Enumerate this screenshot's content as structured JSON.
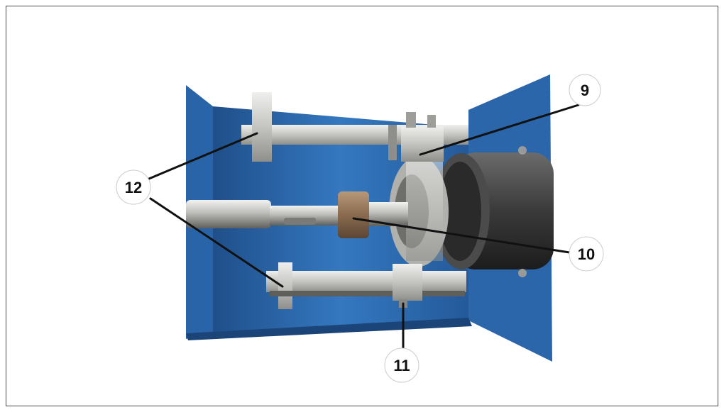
{
  "figure": {
    "callouts": [
      {
        "id": "9",
        "label": "9"
      },
      {
        "id": "10",
        "label": "10"
      },
      {
        "id": "11",
        "label": "11"
      },
      {
        "id": "12",
        "label": "12"
      }
    ]
  },
  "colors": {
    "panel_blue": "#2f6fb5",
    "panel_blue_dark": "#1f4f8a",
    "steel_light": "#d6d6d4",
    "steel_mid": "#a9a9a6",
    "steel_dark": "#6f6f6c",
    "motor_dark": "#2e2e2e",
    "bushing_brown": "#8a6b50",
    "frame_border": "#4a4a4a"
  }
}
